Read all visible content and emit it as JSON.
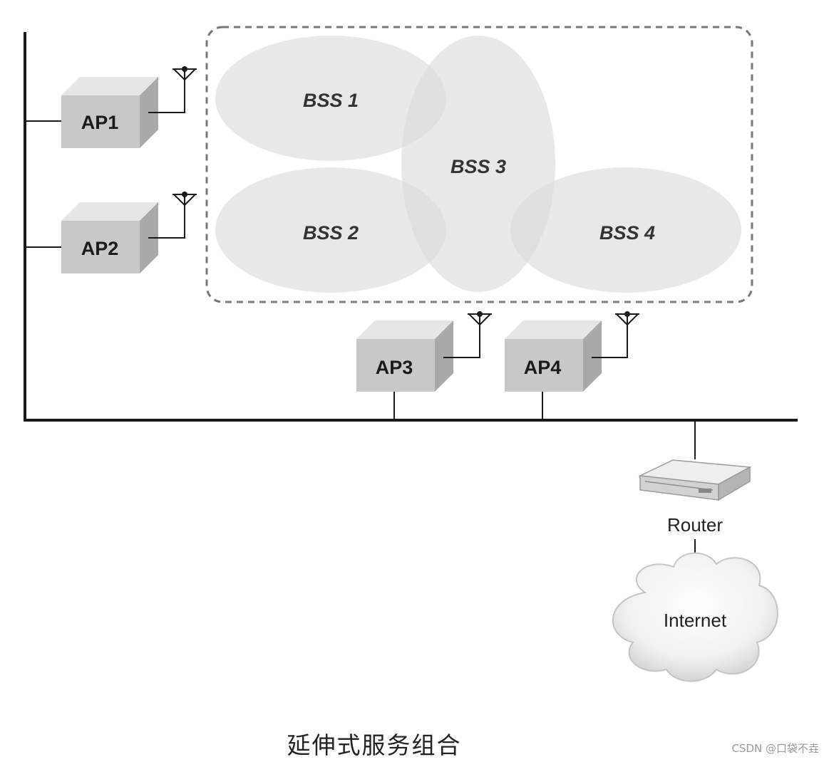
{
  "nodes": {
    "ap1": "AP1",
    "ap2": "AP2",
    "ap3": "AP3",
    "ap4": "AP4",
    "router": "Router",
    "internet": "Internet"
  },
  "bss": {
    "bss1": "BSS 1",
    "bss2": "BSS 2",
    "bss3": "BSS 3",
    "bss4": "BSS 4"
  },
  "caption": "延伸式服务组合",
  "watermark": "CSDN @口袋不垚",
  "colors": {
    "line": "#1a1a1a",
    "bss_fill": "#d9d9d9",
    "ap_front": "#c8c8c8",
    "ap_top": "#e6e6e6",
    "ap_side": "#a9a9a9",
    "ess_border": "#777777"
  }
}
